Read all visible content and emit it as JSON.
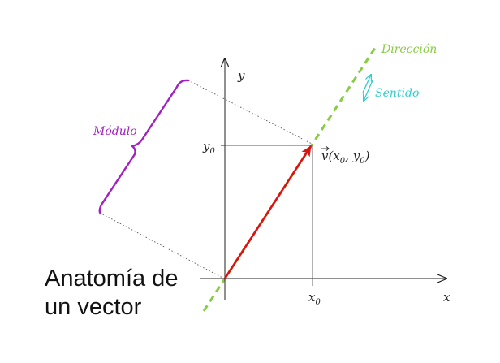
{
  "title": "Anatomía de un vector",
  "axes": {
    "x_label": "x",
    "y_label": "y"
  },
  "ticks": {
    "x0": {
      "base": "x",
      "sub": "0"
    },
    "y0": {
      "base": "y",
      "sub": "0"
    }
  },
  "vector_label": {
    "arrow_letter": "v",
    "text": "(x",
    "sub1": "0",
    "comma": ", y",
    "sub2": "0",
    "close": ")"
  },
  "labels": {
    "modulo": "Módulo",
    "direccion": "Dirección",
    "sentido": "Sentido"
  },
  "colors": {
    "vector": "#dd1111",
    "modulo": "#a020c0",
    "direccion": "#88cc44",
    "sentido": "#33cccc",
    "axes": "#222222",
    "guides": "#555555"
  }
}
